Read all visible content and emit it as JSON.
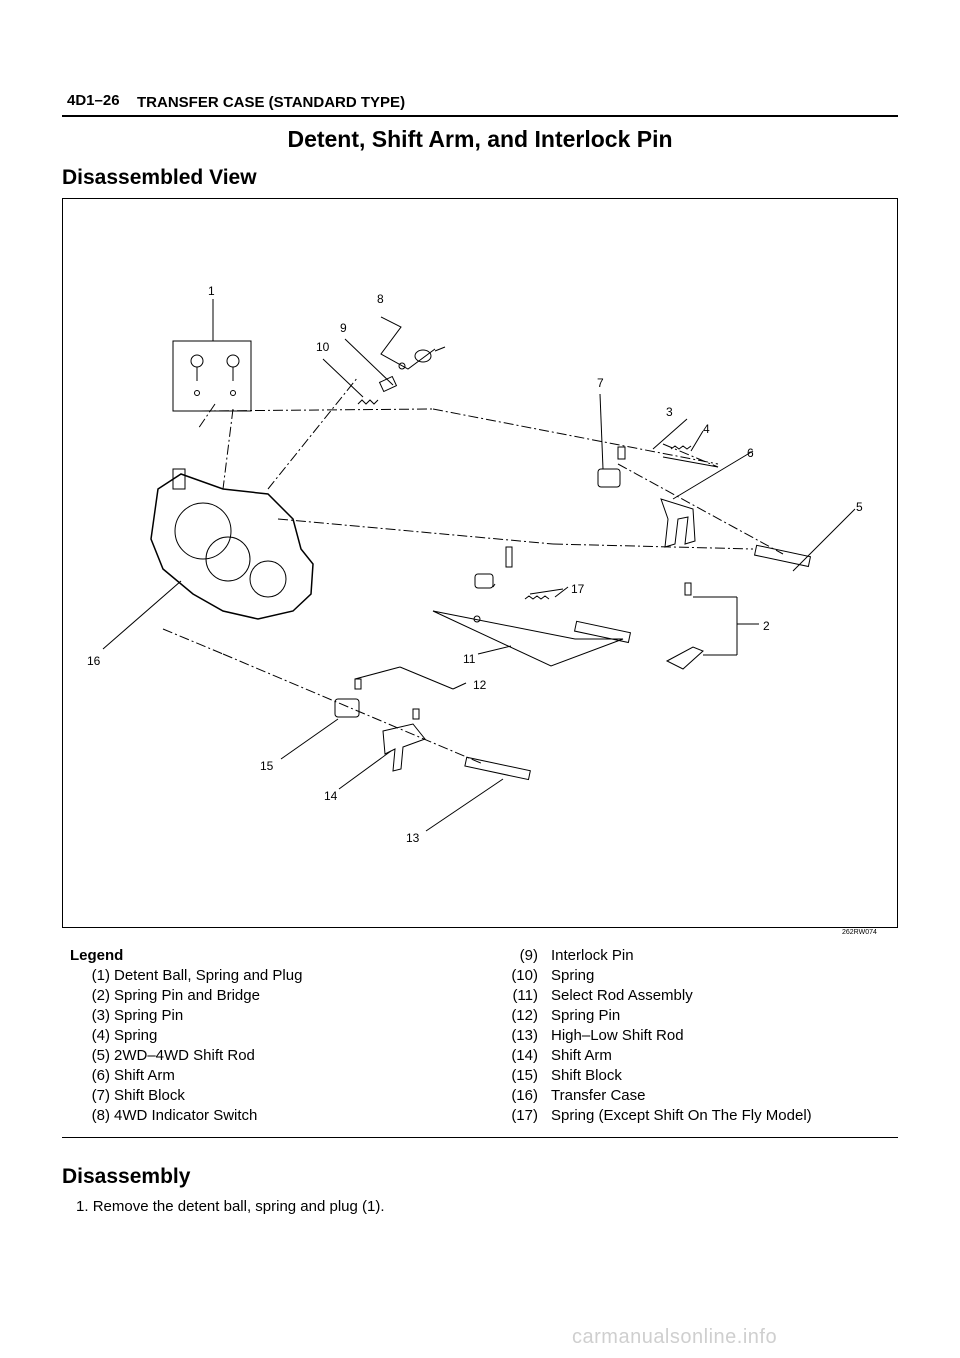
{
  "header": {
    "page_number": "4D1–26",
    "section": "TRANSFER CASE (STANDARD TYPE)"
  },
  "title": "Detent, Shift Arm, and Interlock Pin",
  "subheading": "Disassembled View",
  "figure": {
    "figure_id": "262RW074",
    "callouts": [
      "1",
      "2",
      "3",
      "4",
      "5",
      "6",
      "7",
      "8",
      "9",
      "10",
      "11",
      "12",
      "13",
      "14",
      "15",
      "16",
      "17"
    ]
  },
  "legend": {
    "heading": "Legend",
    "left": [
      {
        "num": "(1)",
        "label": "Detent Ball, Spring and Plug"
      },
      {
        "num": "(2)",
        "label": "Spring Pin and Bridge"
      },
      {
        "num": "(3)",
        "label": "Spring Pin"
      },
      {
        "num": "(4)",
        "label": "Spring"
      },
      {
        "num": "(5)",
        "label": "2WD–4WD Shift Rod"
      },
      {
        "num": "(6)",
        "label": "Shift Arm"
      },
      {
        "num": "(7)",
        "label": "Shift Block"
      },
      {
        "num": "(8)",
        "label": "4WD Indicator Switch"
      }
    ],
    "right": [
      {
        "num": "(9)",
        "label": "Interlock Pin"
      },
      {
        "num": "(10)",
        "label": "Spring"
      },
      {
        "num": "(11)",
        "label": "Select Rod Assembly"
      },
      {
        "num": "(12)",
        "label": "Spring Pin"
      },
      {
        "num": "(13)",
        "label": "High–Low Shift Rod"
      },
      {
        "num": "(14)",
        "label": "Shift Arm"
      },
      {
        "num": "(15)",
        "label": "Shift Block"
      },
      {
        "num": "(16)",
        "label": "Transfer Case"
      },
      {
        "num": "(17)",
        "label": "Spring (Except Shift On The Fly Model)"
      }
    ]
  },
  "section2": {
    "heading": "Disassembly",
    "steps": [
      {
        "num": "1.",
        "text": "Remove the detent ball, spring and plug (1)."
      }
    ]
  },
  "watermark": "carmanualsonline.info"
}
